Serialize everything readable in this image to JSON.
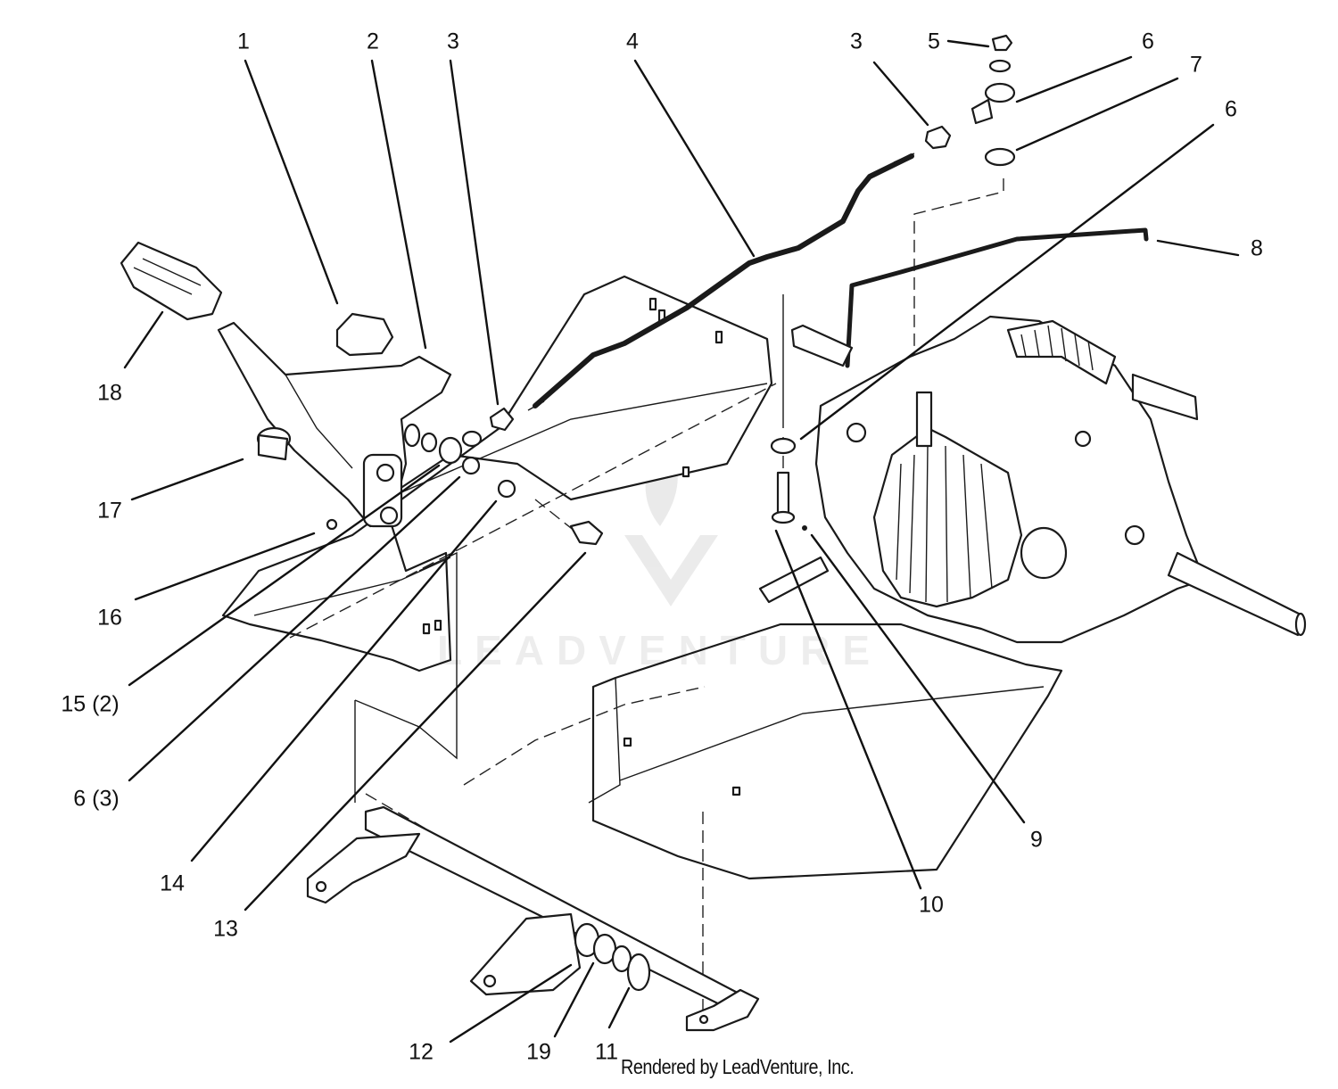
{
  "diagram": {
    "callouts": [
      "1",
      "2",
      "3",
      "4",
      "3",
      "5",
      "6",
      "7",
      "6",
      "8",
      "18",
      "17",
      "16",
      "15 (2)",
      "6 (3)",
      "14",
      "13",
      "9",
      "10",
      "12",
      "19",
      "11"
    ],
    "watermark": "LEADVENTURE",
    "credit": "Rendered by LeadVenture, Inc."
  }
}
